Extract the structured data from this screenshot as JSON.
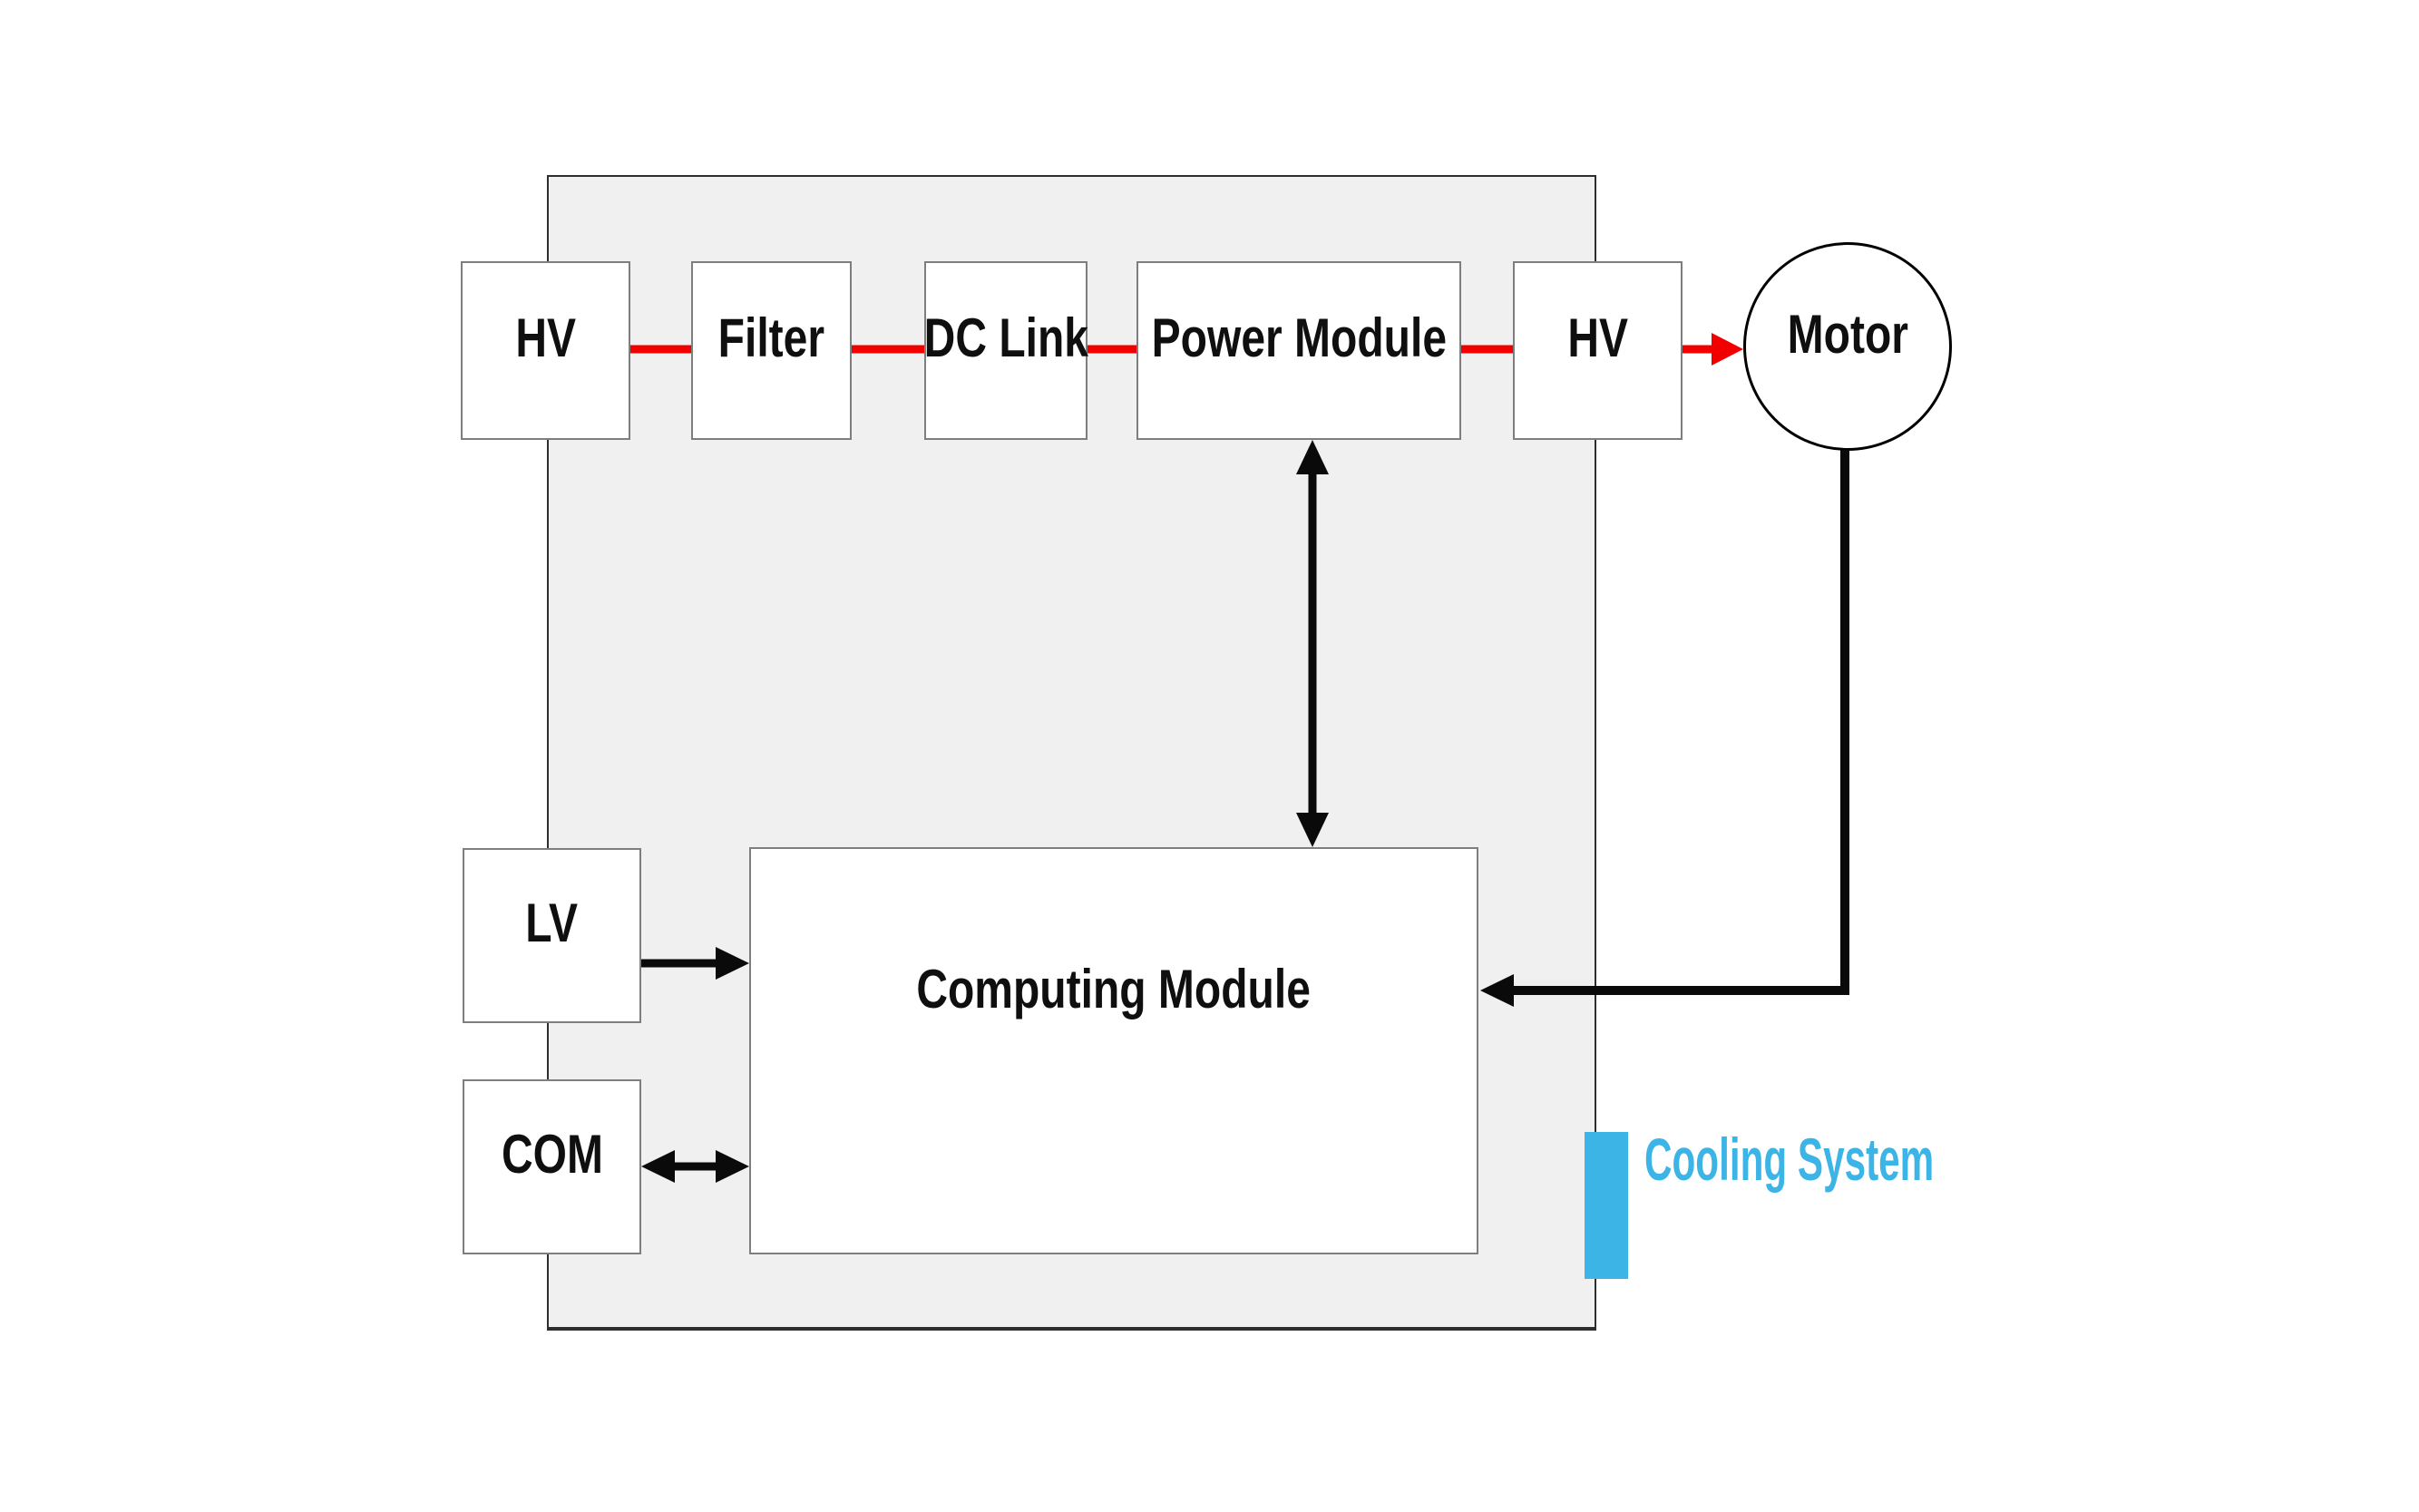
{
  "colors": {
    "red": "#f20000",
    "blue": "#3cb4e6",
    "black": "#0a0a0a",
    "text": "#0f0f0f",
    "enclosure-fill": "#f0f0f0",
    "enclosure-border": "#2e2e2e",
    "box-border": "#7e7e7e",
    "bg": "#ffffff"
  },
  "diagram": {
    "nodes": {
      "hv_input": {
        "label": "HV"
      },
      "filter": {
        "label": "Filter"
      },
      "dc_link": {
        "label": "DC Link"
      },
      "power_module": {
        "label": "Power Module"
      },
      "hv_output": {
        "label": "HV"
      },
      "motor": {
        "label": "Motor"
      },
      "lv": {
        "label": "LV"
      },
      "com": {
        "label": "COM"
      },
      "computing_module": {
        "label": "Computing Module"
      },
      "cooling_system": {
        "label": "Cooling System"
      }
    },
    "connections": [
      {
        "from": "HV input",
        "to": "Filter",
        "line": "red",
        "arrow": "none"
      },
      {
        "from": "Filter",
        "to": "DC Link",
        "line": "red",
        "arrow": "none"
      },
      {
        "from": "DC Link",
        "to": "Power Module",
        "line": "red",
        "arrow": "none"
      },
      {
        "from": "Power Module",
        "to": "HV output",
        "line": "red",
        "arrow": "none"
      },
      {
        "from": "HV output",
        "to": "Motor",
        "line": "red",
        "arrow": "forward"
      },
      {
        "from": "Power Module",
        "to": "Computing Module",
        "line": "black",
        "arrow": "both"
      },
      {
        "from": "LV",
        "to": "Computing Module",
        "line": "black",
        "arrow": "forward"
      },
      {
        "from": "COM",
        "to": "Computing Module",
        "line": "black",
        "arrow": "both"
      },
      {
        "from": "Motor",
        "to": "Computing Module",
        "line": "black",
        "arrow": "forward"
      }
    ]
  }
}
